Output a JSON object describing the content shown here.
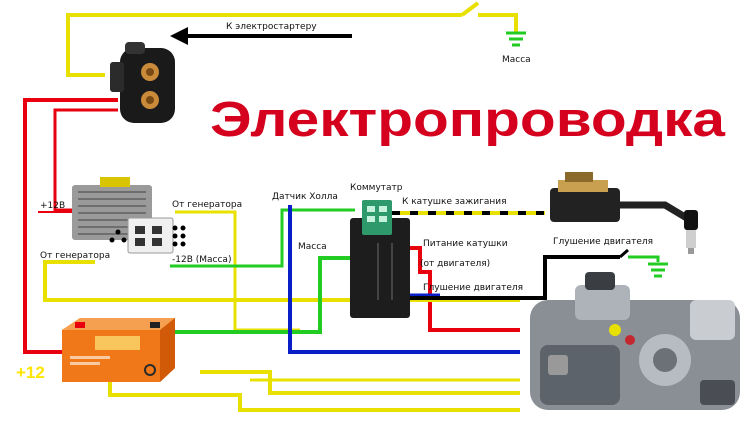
{
  "title": "Электропроводка",
  "labels": {
    "to_starter": "К электростартеру",
    "ground_top": "Масса",
    "plus12_reg": "+12В",
    "from_gen_1": "От генератора",
    "from_gen_2": "От генератора",
    "minus12_ground": "-12В (Масса)",
    "hall_sensor": "Датчик Холла",
    "commutator": "Коммутатр",
    "to_ignition_coil": "К катушке зажигания",
    "ground_mid": "Масса",
    "coil_power": "Питание катушки",
    "from_engine": "(от двигателя)",
    "engine_kill_1": "Глушение двигателя",
    "engine_kill_2": "Глушение двигателя",
    "battery_plus": "+12"
  },
  "colors": {
    "yellow_wire": "#e8e000",
    "red_wire": "#e8000f",
    "black_wire": "#000000",
    "green_wire": "#22cc22",
    "blue_wire": "#0a1ec8",
    "title_red": "#d4001e",
    "battery_orange": "#f07818"
  },
  "components": {
    "starter_relay": "starter-relay",
    "voltage_regulator": "voltage-regulator",
    "cdi_module": "cdi-module",
    "ignition_coil": "ignition-coil",
    "battery": "battery",
    "engine": "engine"
  }
}
